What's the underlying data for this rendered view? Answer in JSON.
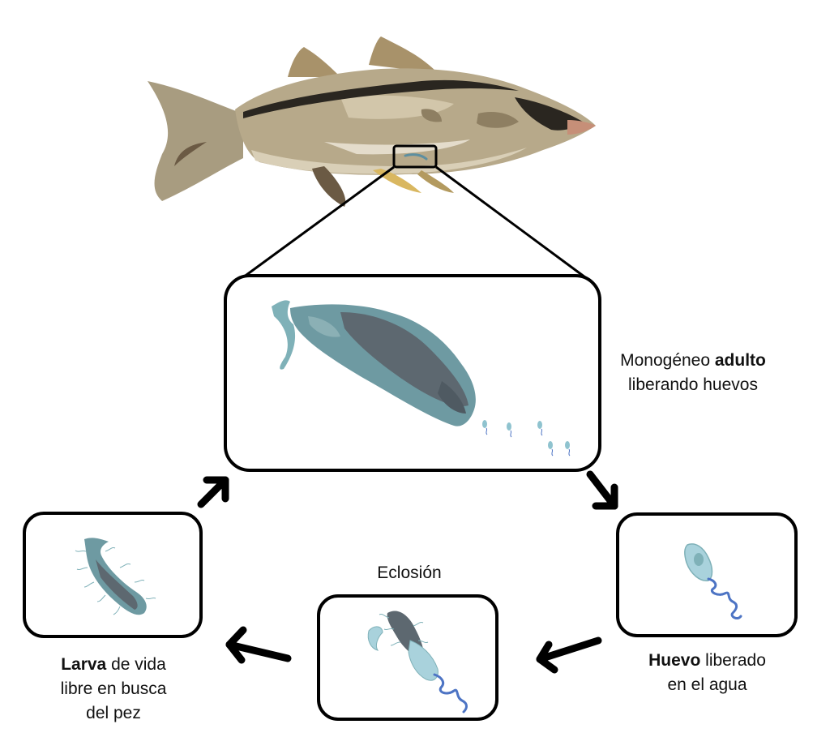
{
  "labels": {
    "adult_bold": "adulto",
    "adult_pre": "Monogéneo ",
    "adult_line2": "liberando huevos",
    "egg_bold": "Huevo",
    "egg_rest": " liberado",
    "egg_line2": "en el agua",
    "hatch": "Eclosión",
    "larva_bold": "Larva",
    "larva_rest": " de vida",
    "larva_line2": "libre en busca",
    "larva_line3": "del pez"
  },
  "colors": {
    "stroke": "#000000",
    "fish_body": "#b7a98a",
    "fish_dark": "#2a2620",
    "fish_belly": "#d9cfb7",
    "fish_fin": "#a8926a",
    "fish_fin_yellow": "#d9b760",
    "parasite_light": "#7fb1b8",
    "parasite_dark": "#5d6870",
    "egg_fill": "#a9d2dc",
    "egg_filament": "#4d74c4"
  }
}
